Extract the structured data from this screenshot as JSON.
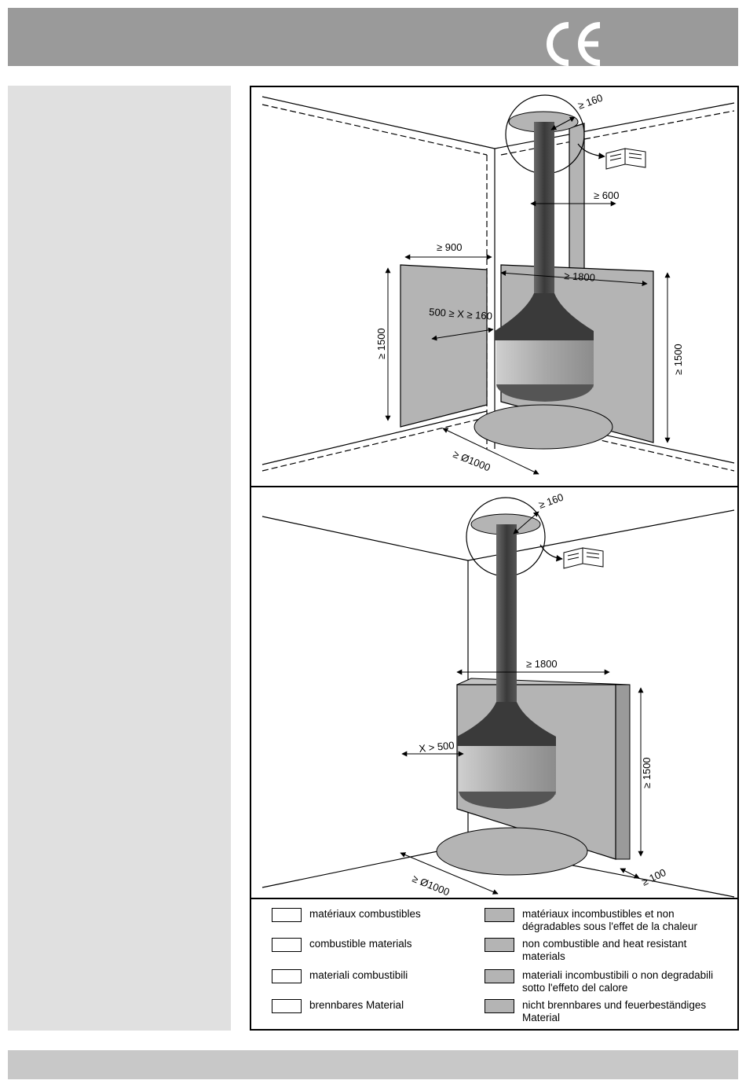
{
  "header": {
    "ce_mark_icon": "ce-mark-icon"
  },
  "diagram_top": {
    "dims": {
      "ceiling_clearance": "≥ 160",
      "wall_clearance": "≥ 600",
      "side_width": "≥ 900",
      "back_width": "≥ 1800",
      "distance_range": "500 ≥ X ≥ 160",
      "left_height": "≥ 1500",
      "right_height": "≥ 1500",
      "floor_diameter": "≥ Ø1000"
    }
  },
  "diagram_bottom": {
    "dims": {
      "ceiling_clearance": "≥ 160",
      "back_width": "≥ 1800",
      "distance": "X > 500",
      "height": "≥ 1500",
      "depth": "≥ 100",
      "floor_diameter": "≥ Ø1000"
    }
  },
  "icons": {
    "manual": "open-book-icon"
  },
  "colors": {
    "non_combustible": "#b4b4b4",
    "combustible": "#ffffff",
    "stove": "#4a4a4a"
  },
  "legend": {
    "combustible": [
      "matériaux combustibles",
      "combustible materials",
      "materiali combustibili",
      "brennbares Material"
    ],
    "non_combustible": [
      "matériaux incombustibles et non dégradables sous l'effet de la chaleur",
      "non combustible and heat resistant materials",
      "materiali incombustibili o non degradabili sotto l'effeto del calore",
      "nicht brennbares und feuerbeständiges Material"
    ]
  }
}
